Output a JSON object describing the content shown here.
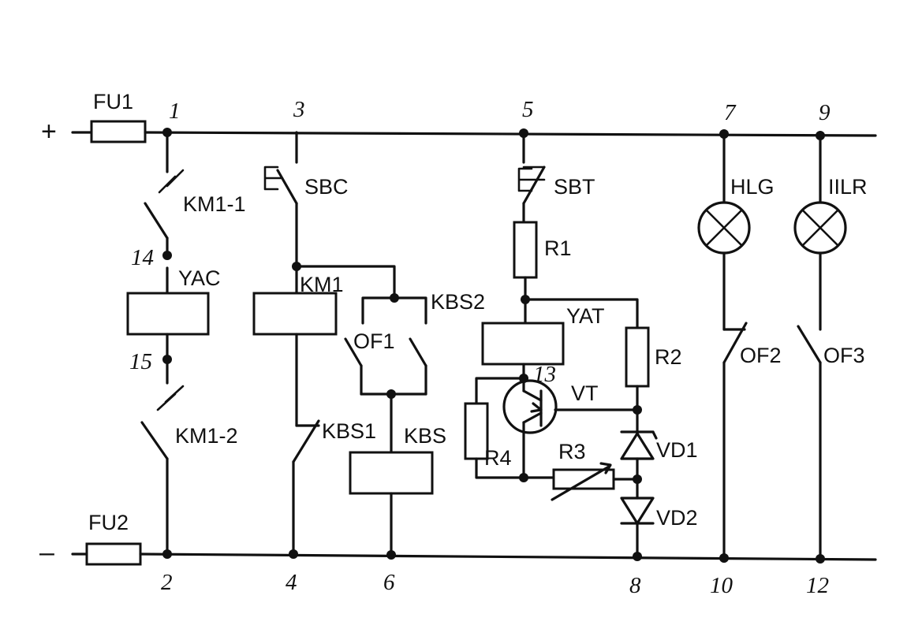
{
  "polarity": {
    "plus": "+",
    "minus": "–"
  },
  "nodes": {
    "n1": "1",
    "n2": "2",
    "n3": "3",
    "n4": "4",
    "n5": "5",
    "n6": "6",
    "n7": "7",
    "n8": "8",
    "n9": "9",
    "n10": "10",
    "n12": "12",
    "n13": "13",
    "n14": "14",
    "n15": "15"
  },
  "labels": {
    "fu1": "FU1",
    "fu2": "FU2",
    "km1_1": "KM1-1",
    "km1_2": "KM1-2",
    "yac": "YAC",
    "sbc": "SBC",
    "km1": "KM1",
    "kbs2": "KBS2",
    "of1": "OF1",
    "kbs1": "KBS1",
    "kbs": "KBS",
    "sbt": "SBT",
    "r1": "R1",
    "yat": "YAT",
    "r2": "R2",
    "vt": "VT",
    "r4": "R4",
    "r3": "R3",
    "vd1": "VD1",
    "vd2": "VD2",
    "hlg": "HLG",
    "hlr": "IILR",
    "of2": "OF2",
    "of3": "OF3"
  }
}
